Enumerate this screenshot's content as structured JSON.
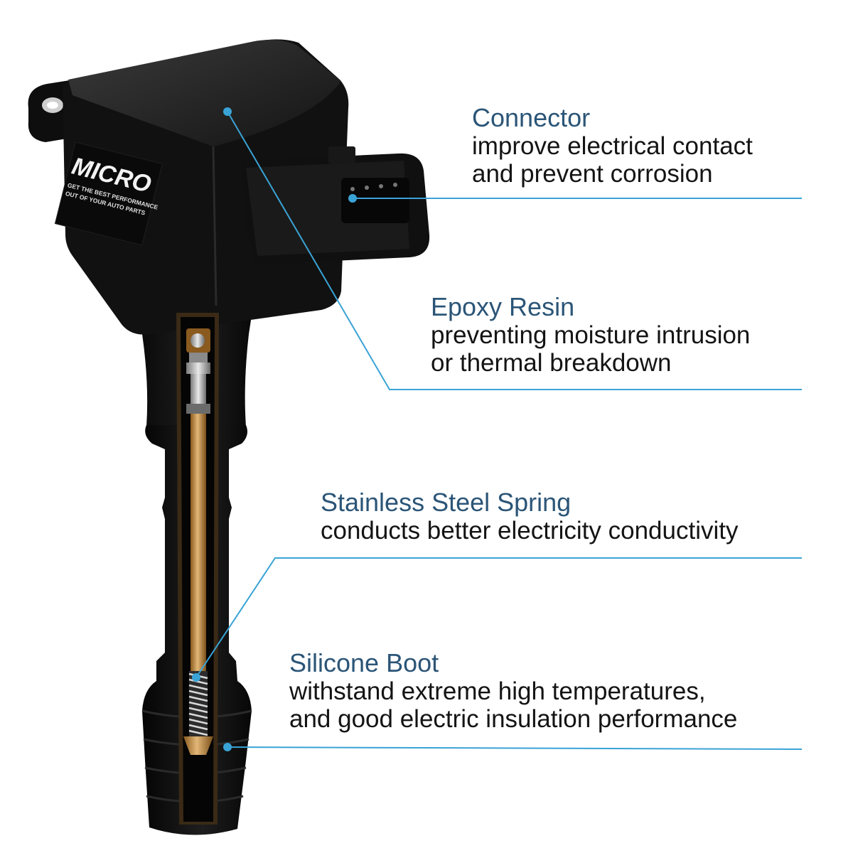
{
  "logo": {
    "brand": "MICRO",
    "tagline_1": "GET THE BEST PERFORMANCE",
    "tagline_2": "OUT OF YOUR AUTO PARTS"
  },
  "colors": {
    "title": "#2b5577",
    "text": "#141414",
    "leader": "#3aa3d6",
    "coil": "#141414",
    "brass": "#c7954e"
  },
  "callouts": {
    "connector": {
      "title": "Connector",
      "line1": "improve electrical contact",
      "line2": "and prevent corrosion"
    },
    "epoxy": {
      "title": "Epoxy Resin",
      "line1": "preventing moisture intrusion",
      "line2": "or thermal breakdown"
    },
    "spring": {
      "title": "Stainless Steel Spring",
      "line1": "conducts better electricity conductivity"
    },
    "boot": {
      "title": "Silicone Boot",
      "line1": "withstand extreme high temperatures,",
      "line2": "and good electric insulation performance"
    }
  }
}
